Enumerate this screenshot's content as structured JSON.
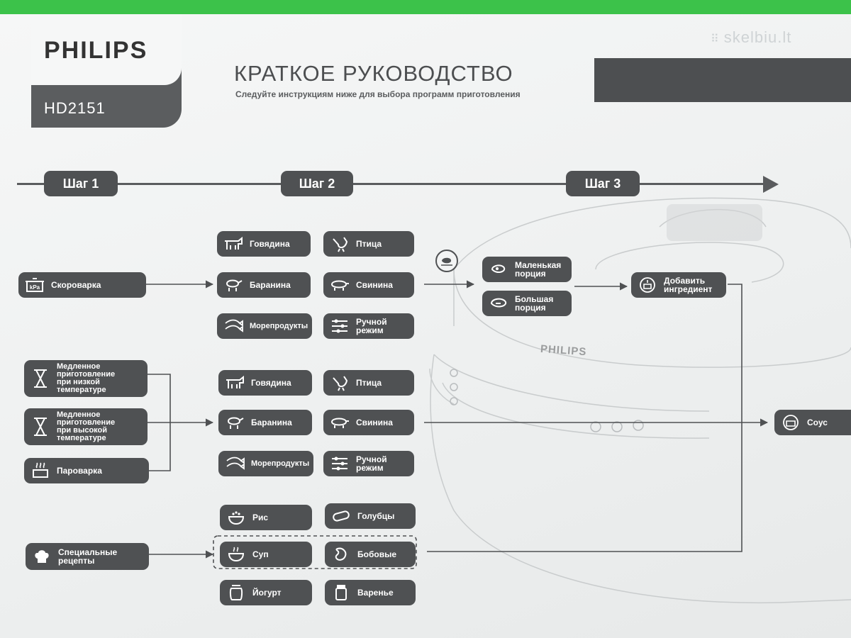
{
  "header": {
    "brand": "PHILIPS",
    "model": "HD2151",
    "title": "КРАТКОЕ РУКОВОДСТВО",
    "subtitle": "Следуйте инструкциям ниже для выбора программ приготовления",
    "watermark": "skelbiu.lt",
    "cooker_brand": "PHILIPS"
  },
  "steps": [
    "Шаг 1",
    "Шаг 2",
    "Шаг 3"
  ],
  "step1": {
    "pressure_cooker": "Скороварка",
    "pressure_icon": "kPa",
    "slow_low": "Медленное\nприготовление\nпри низкой\nтемпературе",
    "slow_high": "Медленное\nприготовление\nпри высокой\nтемпературе",
    "steamer": "Пароварка",
    "special": "Специальные\nрецепты"
  },
  "step2": {
    "group1": {
      "beef": "Говядина",
      "poultry": "Птица",
      "lamb": "Баранина",
      "pork": "Свинина",
      "seafood": "Морепродукты",
      "manual": "Ручной\nрежим"
    },
    "group2": {
      "beef": "Говядина",
      "poultry": "Птица",
      "lamb": "Баранина",
      "pork": "Свинина",
      "seafood": "Морепродукты",
      "manual": "Ручной\nрежим"
    },
    "group3": {
      "rice": "Рис",
      "cabbage_rolls": "Голубцы",
      "soup": "Суп",
      "beans": "Бобовые",
      "yogurt": "Йогурт",
      "jam": "Варенье"
    }
  },
  "step3": {
    "small_portion": "Маленькая\nпорция",
    "large_portion": "Большая\nпорция",
    "add_ingredient": "Добавить\nингредиент",
    "sauce": "Соус"
  },
  "icons": [
    "pot-icon",
    "hourglass-icon",
    "steam-icon",
    "chef-hat-icon",
    "cow-icon",
    "chicken-icon",
    "sheep-icon",
    "pig-icon",
    "fish-icon",
    "sliders-icon",
    "meat-icon",
    "bowl-icon",
    "roll-icon",
    "bean-icon",
    "jar-icon",
    "clock-meat-icon"
  ],
  "colors": {
    "pill": "#4f5153",
    "background": "#f3f5f4",
    "green_edge": "#3cc24a"
  }
}
